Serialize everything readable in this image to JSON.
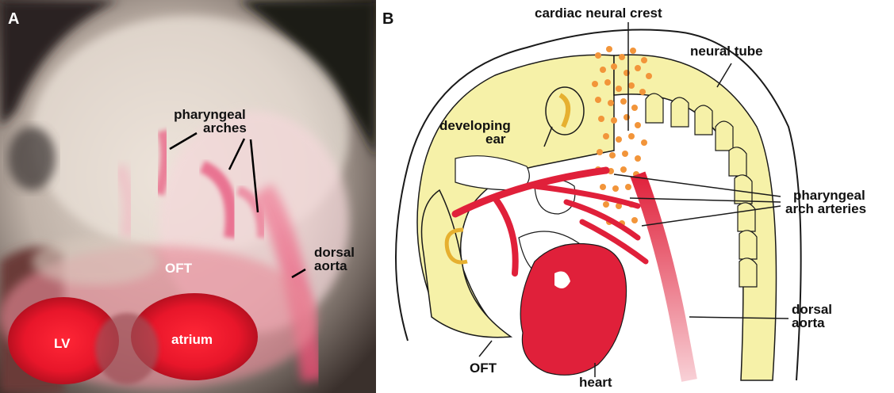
{
  "panel_a": {
    "letter": "A",
    "labels": {
      "pharyngeal_arches": [
        "pharyngeal",
        "arches"
      ],
      "dorsal_aorta": [
        "dorsal",
        "aorta"
      ],
      "oft": "OFT",
      "lv": "LV",
      "atrium": "atrium"
    }
  },
  "panel_b": {
    "letter": "B",
    "labels": {
      "cardiac_neural_crest": "cardiac neural crest",
      "neural_tube": "neural tube",
      "developing_ear": [
        "developing",
        "ear"
      ],
      "pharyngeal_arch_arteries": [
        "pharyngeal",
        "arch arteries"
      ],
      "dorsal_aorta": [
        "dorsal",
        "aorta"
      ],
      "oft": "OFT",
      "heart": "heart"
    }
  },
  "colors": {
    "blood_red": "#e0203a",
    "embryo_yellow": "#f6f1a8",
    "neural_crest_orange": "#f2953a",
    "outline": "#1a1a1a"
  }
}
